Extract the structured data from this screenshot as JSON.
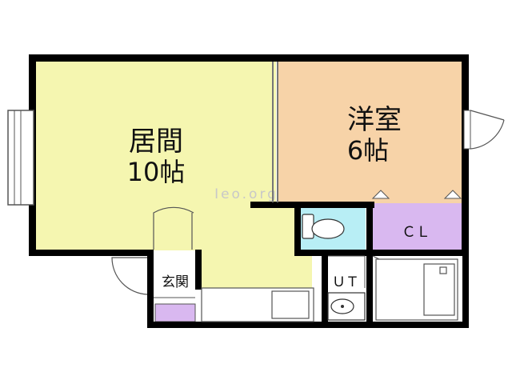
{
  "floor_plan": {
    "rooms": {
      "living": {
        "name": "居間",
        "size": "10帖",
        "color": "#f5f6b0"
      },
      "western": {
        "name": "洋室",
        "size": "6帖",
        "color": "#f7d3a8"
      },
      "closet": {
        "label": "ＣＬ",
        "color": "#d9b8f0"
      },
      "entrance": {
        "label": "玄関",
        "shoe_storage_color": "#d9b8f0"
      },
      "toilet": {
        "color": "#b8eef5"
      },
      "unit_bath": {
        "label": "ＵＴ"
      }
    },
    "watermark": "Ieo.org",
    "colors": {
      "wall": "#000000",
      "fixture_line": "#555555",
      "floor_blank": "#ffffff"
    },
    "icons": [
      "window-icon",
      "door-swing-icon",
      "toilet-icon",
      "sink-icon",
      "bathtub-icon",
      "kitchen-counter-icon"
    ]
  }
}
